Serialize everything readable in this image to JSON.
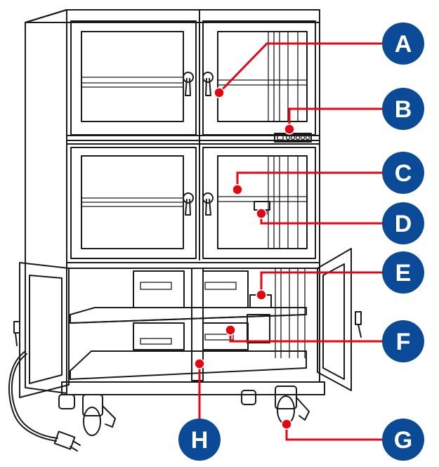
{
  "colors": {
    "callout_badge": "#0a4a96",
    "leader_line": "#e30613",
    "line_art": "#1a1a1a",
    "background": "#ffffff"
  },
  "callouts": [
    {
      "letter": "A"
    },
    {
      "letter": "B"
    },
    {
      "letter": "C"
    },
    {
      "letter": "D"
    },
    {
      "letter": "E"
    },
    {
      "letter": "F"
    },
    {
      "letter": "G"
    },
    {
      "letter": "H"
    }
  ]
}
